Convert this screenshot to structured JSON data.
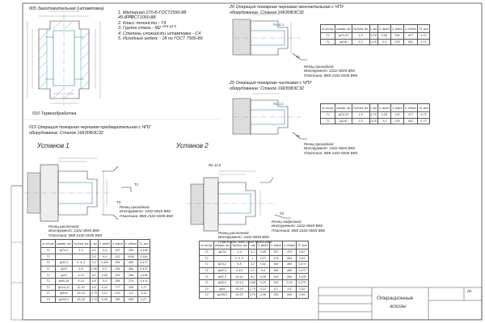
{
  "sheet": {
    "title_block": {
      "name_line1": "Операционные",
      "name_line2": "эскизы",
      "sheet_mark": "№"
    },
    "roughness_general": "√Ra 12.5"
  },
  "op005": {
    "title": "005 Заготовительная (штамповка)",
    "req_label": "ОТУ",
    "requirements": [
      "1. Материал 270-Б-ГОСТ2590-88",
      "                  45-б-ГОСТ1050-88",
      "2. Класс точности - Т4",
      "3. Группа стали - М2",
      "4. Степень сложности штамповки - С4",
      "5. Исходный индекс - 18 по ГОСТ 7505-89"
    ]
  },
  "op010": {
    "title": "010 Термообработка"
  },
  "op015": {
    "title_line1": "015 Операция токарная черновая предварительная с ЧПУ",
    "title_line2": "оборудование: Станок 16К30Ф3С32",
    "setup1": "Установ 1",
    "setup2": "Установ 2",
    "tool_notes": [
      {
        "l1": "Резец проходной",
        "l2": "Инструмент: 2102-0045 ВК8",
        "l3": "Пластина: ВК8 2102-0045 ВК8"
      },
      {
        "l1": "Резец расточной",
        "l2": "Инструмент: 2102-0045 ВК8",
        "l3": "Пластина: ВК8 2102-0045 ВК8"
      },
      {
        "l1": "Резец подрезной",
        "l2": "Инструмент: 2102-0045 ВК8",
        "l3": "Пластина: ВК8 2102-0045 ВК8"
      },
      {
        "l1": "Резец расточной",
        "l2": "Инструмент: 2102-0045 ВК8",
        "l3": "Пластина: ВК8 2102-0045 ВК8"
      }
    ],
    "table_left": {
      "headers": [
        "№ инстр.",
        "размер, мм",
        "Глубина, мм",
        "t, мм",
        "S, мм/об",
        "V, м/мин",
        "n, об/мин",
        "T0, мин"
      ],
      "rows": [
        [
          "Т1",
          "ф74,2",
          "1-3",
          "4,2",
          "0,4",
          "187",
          "256",
          "0,148"
        ],
        [
          "Т1",
          "",
          "",
          "3,0",
          "0,4",
          "123",
          "1030",
          "0,144"
        ],
        [
          "Т1",
          "ф32,3",
          "2, 5, 6",
          "3,2",
          "0,424",
          "354",
          "466",
          "0,473"
        ],
        [
          "Т1",
          "ф29",
          "6-8",
          "1,98",
          "0,3",
          "354",
          "466",
          "0,473"
        ],
        [
          "Т1",
          "ф23",
          "6-10",
          "4,2",
          "0,08",
          "203",
          "296",
          "1,438"
        ],
        [
          "Т1",
          "ф95,35",
          "6-10",
          "4,8",
          "0,4",
          "285",
          "276",
          "0,474"
        ],
        [
          "Т1",
          "ф114,11",
          "11-16",
          "4,5",
          "0,12",
          "777",
          "169",
          "0,72"
        ],
        [
          "Т1",
          "ф163",
          "15-24",
          "3,75",
          "0,21",
          "3,51",
          "3,5",
          "0,12"
        ],
        [
          "Т3",
          "ф155,5",
          "25-29",
          "3,75",
          "0,36",
          "330",
          "695",
          "0,27"
        ]
      ]
    },
    "table_right": {
      "headers": [
        "№ инстр.",
        "размер, мм",
        "Глубина, мм",
        "t, мм",
        "S, мм/об",
        "V, м/мин",
        "n, об/мин",
        "T0, мин"
      ],
      "rows": [
        [
          "Т1",
          "ф234",
          "1-4",
          "2,2",
          "0,45",
          "187",
          "375",
          "0,63"
        ],
        [
          "Т1",
          "",
          "2, 5, 6",
          "1",
          "0,27",
          "175",
          "964",
          "0,63"
        ],
        [
          "Т1",
          "ф74,2",
          "6-8",
          "3,2",
          "0,42",
          "354",
          "466",
          "0,473"
        ],
        [
          "Т1",
          "ф62,5",
          "9-10",
          "0,3",
          "0,4",
          "354",
          "466",
          "0,473"
        ],
        [
          "Т1",
          "ф52,3",
          "10-12",
          "4,2",
          "0,08",
          "203",
          "296",
          "1,438"
        ],
        [
          "Т1",
          "ф20,5",
          "12-14",
          "3,98",
          "0,25",
          "333",
          "2,05",
          "0,275"
        ],
        [
          "Т2",
          "ф94",
          "15-19",
          "2,75",
          "0,23",
          "6,1",
          "3,5",
          "0,52"
        ],
        [
          "Т2",
          "ф155,5",
          "20-22",
          "3,75",
          "0,36",
          "330",
          "695",
          "0,56"
        ]
      ]
    }
  },
  "op020": {
    "title_line1": "20 Операция токарная черновая окончательная с ЧПУ",
    "title_line2": "оборудование: Станок 16К30Ф3С32",
    "tool_note": {
      "l1": "Резец проходной",
      "l2": "Инструмент: 2102-0045 ВК8",
      "l3": "Пластина: ВК8 2102-0045 ВК8"
    },
    "table": {
      "headers": [
        "№ инстр.",
        "размер, мм",
        "Глубина, мм",
        "t, мм",
        "S, мм/об",
        "V, м/мин",
        "n, об/мин",
        "T0, мин"
      ],
      "rows": [
        [
          "Т1",
          "ф74,03",
          "1-5",
          "0,75",
          "0,56",
          "115",
          "477",
          "0,73"
        ],
        [
          "Т1",
          "ф240",
          "1-5",
          "0,25",
          "0,4",
          "378",
          "502",
          "0,73"
        ]
      ]
    }
  },
  "op025": {
    "title_line1": "25 Операция токарная чистовая с ЧПУ",
    "title_line2": "оборудование: Станок 16К30Ф3С32",
    "tool_note": {
      "l1": "Резец проходной",
      "l2": "Инструмент: 2102-0045 ВК8",
      "l3": "Пластина: ВК8 2102-0045 ВК8"
    },
    "table": {
      "headers": [
        "№ инстр.",
        "размер, мм",
        "Глубина, мм",
        "t, мм",
        "S, мм/об",
        "V, м/мин",
        "n, об/мин",
        "T0, мин"
      ],
      "rows": [
        [
          "Т1",
          "ф74,03",
          "1-5",
          "0,75",
          "0,56",
          "115",
          "477",
          "0,73"
        ],
        [
          "Т1",
          "ф240",
          "1-5",
          "0,25",
          "0,4",
          "378",
          "502",
          "0,73"
        ]
      ]
    }
  },
  "labels": {
    "t1": "Т1",
    "t2": "Т2",
    "t3": "Т3",
    "r1": "Ra 6,3",
    "r2": "Ra 3,2",
    "r3": "Ra 12,5"
  }
}
